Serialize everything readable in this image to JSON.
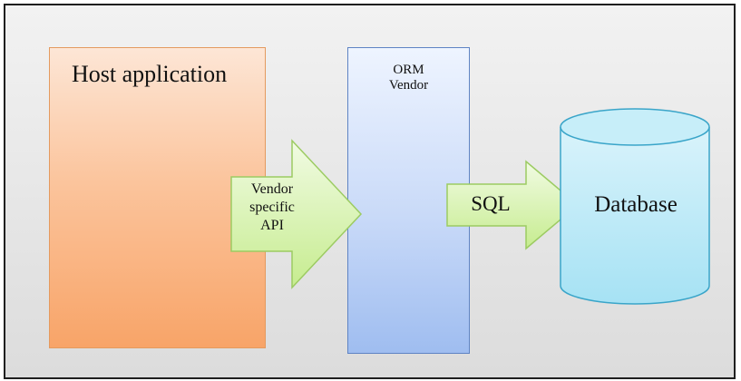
{
  "host": {
    "label": "Host application"
  },
  "orm": {
    "line1": "ORM",
    "line2": "Vendor"
  },
  "api_arrow": {
    "line1": "Vendor",
    "line2": "specific",
    "line3": "API"
  },
  "sql_arrow": {
    "label": "SQL"
  },
  "database": {
    "label": "Database"
  },
  "colors": {
    "frame_border": "#1f1f1f",
    "background": "#e6e6e6",
    "host_fill": "#f8a468",
    "orm_fill": "#9fbdf0",
    "arrow_fill": "#d4f2a8",
    "arrow_border": "#9ccb62",
    "database_fill": "#bde9f7",
    "database_border": "#3aa5c9"
  }
}
